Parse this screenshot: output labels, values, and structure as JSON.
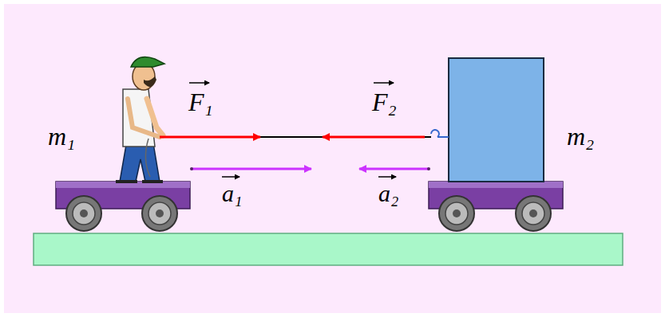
{
  "diagram": {
    "labels": [
      "m₁",
      "F₁",
      "F₂",
      "m₂",
      "a₁",
      "a₂"
    ]
  }
}
